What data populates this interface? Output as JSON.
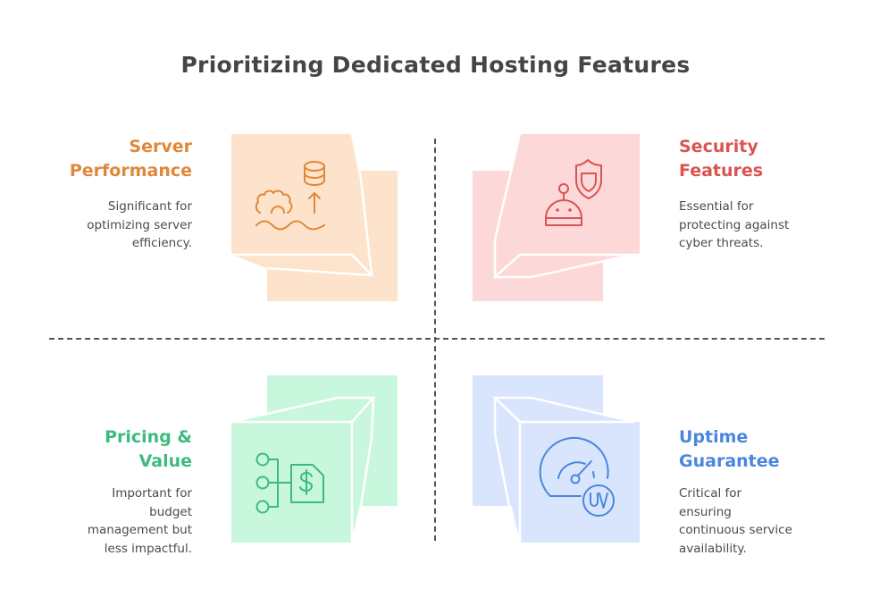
{
  "title": "Prioritizing Dedicated Hosting Features",
  "colors": {
    "orange": "#E0883A",
    "orange_fill": "#FDE3CB",
    "red": "#DB5353",
    "red_fill": "#FDD8D8",
    "green": "#3DBB7E",
    "green_fill": "#C8F7DE",
    "blue": "#4A86DD",
    "blue_fill": "#D8E5FD",
    "axis": "#555555",
    "text": "#4a4a4a"
  },
  "quadrants": {
    "top_left": {
      "heading_line1": "Server",
      "heading_line2": "Performance",
      "desc_line1": "Significant for",
      "desc_line2": "optimizing server",
      "desc_line3": "efficiency.",
      "icon": "server-gear-database-icon"
    },
    "top_right": {
      "heading_line1": "Security",
      "heading_line2": "Features",
      "desc_line1": "Essential for",
      "desc_line2": "protecting against",
      "desc_line3": "cyber threats.",
      "icon": "robot-shield-icon"
    },
    "bottom_left": {
      "heading_line1": "Pricing &",
      "heading_line2": "Value",
      "desc_line1": "Important for",
      "desc_line2": "budget",
      "desc_line3": "management but",
      "desc_line4": "less impactful.",
      "icon": "pricing-tree-dollar-icon"
    },
    "bottom_right": {
      "heading_line1": "Uptime",
      "heading_line2": "Guarantee",
      "desc_line1": "Critical for",
      "desc_line2": "ensuring",
      "desc_line3": "continuous service",
      "desc_line4": "availability.",
      "icon": "gauge-uv-icon"
    }
  }
}
